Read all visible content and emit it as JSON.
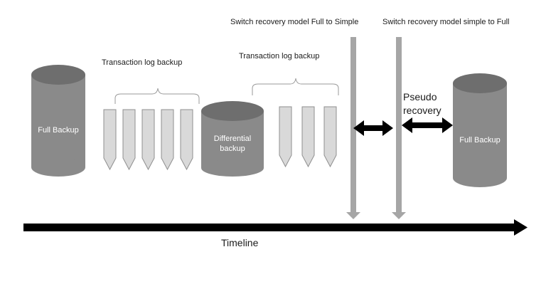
{
  "diagram": {
    "full_backup_left": "Full Backup",
    "differential_backup": "Differential backup",
    "full_backup_right": "Full Backup",
    "transaction_log_label_1": "Transaction log backup",
    "transaction_log_label_2": "Transaction log backup",
    "switch_full_to_simple": "Switch recovery model Full to Simple",
    "switch_simple_to_full": "Switch recovery model simple to Full",
    "pseudo_recovery": "Pseudo recovery",
    "timeline": "Timeline"
  },
  "colors": {
    "cylinder_dark": "#8a8a8a",
    "cylinder_top": "#6e6e6e",
    "log_fill": "#d9d9d9",
    "log_stroke": "#8f8f8f",
    "bar_fill": "#a6a6a6",
    "arrow": "#000000",
    "bracket": "#9a9a9a"
  }
}
